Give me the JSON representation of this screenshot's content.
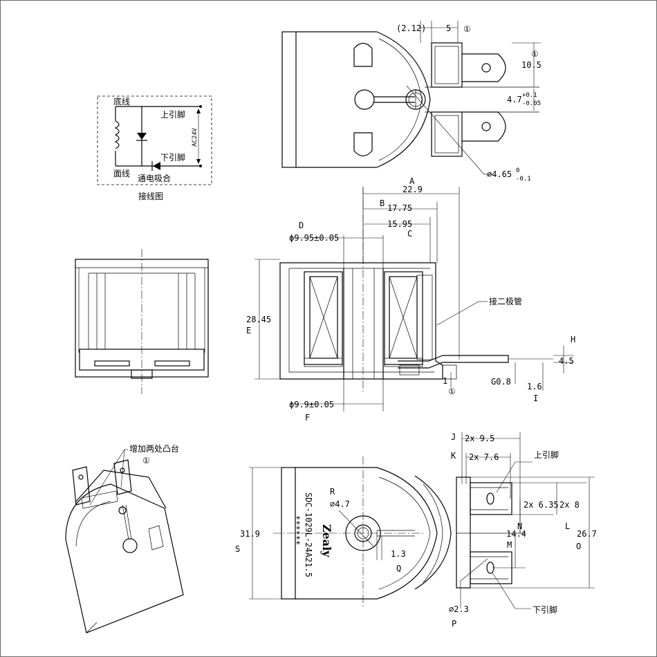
{
  "wiring_diagram": {
    "caption": "接线图",
    "bottom_wire": "底线",
    "surface_wire": "面线",
    "upper_pin": "上引脚",
    "lower_pin": "下引脚",
    "energize": "通电吸合",
    "voltage": "AC24V"
  },
  "top_view": {
    "dim_2_12": "(2.12)",
    "dim_5": "5",
    "note_1": "①",
    "dim_10_5": "10.5",
    "dim_4_7": "4.7",
    "tol_4_7_upper": "+0.1",
    "tol_4_7_lower": "-0.05",
    "dim_hole": "⌀4.65",
    "tol_hole_upper": "0",
    "tol_hole_lower": "-0.1"
  },
  "section_view": {
    "label_A": "A",
    "dim_22_9": "22.9",
    "label_B": "B",
    "dim_17_75": "17.75",
    "dim_15_95": "15.95",
    "label_C": "C",
    "label_D": "D",
    "dim_phi_9_95": "ϕ9.95±0.05",
    "dim_28_45": "28.45",
    "label_E": "E",
    "diode_note": "接二极管",
    "label_H": "H",
    "dim_4_5": "4.5",
    "dim_1": "1",
    "dim_G": "G0.8",
    "dim_1_6": "1.6",
    "label_I": "I",
    "dim_phi_9_9": "ϕ9.9±0.05",
    "label_F": "F"
  },
  "iso_view": {
    "note": "增加两处凸台",
    "note_mark": "①"
  },
  "front_view": {
    "label_J": "J",
    "dim_2x_9_5": "2x 9.5",
    "label_K": "K",
    "dim_2x_7_6": "2x 7.6",
    "upper_pin": "上引脚",
    "label_R": "R",
    "dim_phi_4_7": "⌀4.7",
    "brand": "Zealy",
    "model": "SDC-1029L-24A21.5",
    "serial": "******",
    "dim_2x_6_35": "2x 6.35",
    "dim_2x_8": "2x 8",
    "label_N": "N",
    "label_L": "L",
    "dim_31_9": "31.9",
    "label_S": "S",
    "dim_14_4": "14.4",
    "label_M": "M",
    "dim_26_7": "26.7",
    "label_O": "O",
    "dim_1_3": "1.3",
    "label_Q": "Q",
    "dim_phi_2_3": "⌀2.3",
    "lower_pin": "下引脚",
    "label_P": "P"
  }
}
